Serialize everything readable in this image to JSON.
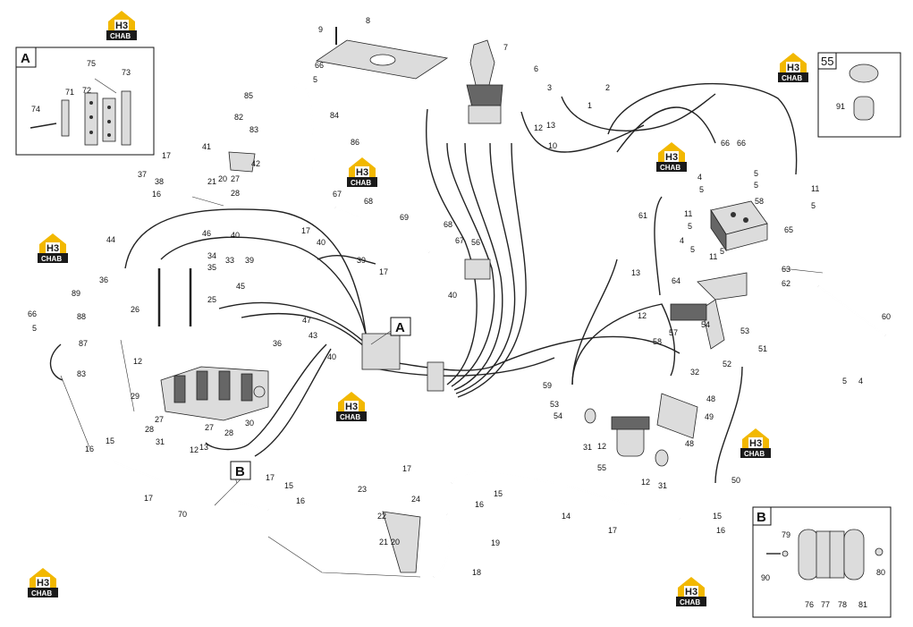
{
  "insets": {
    "a": "A",
    "b": "B",
    "n55": "55"
  },
  "callouts": {
    "a": "A",
    "b": "B"
  },
  "logo": {
    "top": "H3",
    "bottom": "CHAB"
  },
  "labels": [
    {
      "t": "9"
    },
    {
      "t": "8"
    },
    {
      "t": "7"
    },
    {
      "t": "6"
    },
    {
      "t": "66"
    },
    {
      "t": "5"
    },
    {
      "t": "85"
    },
    {
      "t": "82"
    },
    {
      "t": "83"
    },
    {
      "t": "84"
    },
    {
      "t": "86"
    },
    {
      "t": "41"
    },
    {
      "t": "42"
    },
    {
      "t": "17"
    },
    {
      "t": "37"
    },
    {
      "t": "38"
    },
    {
      "t": "16"
    },
    {
      "t": "21"
    },
    {
      "t": "20"
    },
    {
      "t": "27"
    },
    {
      "t": "28"
    },
    {
      "t": "3"
    },
    {
      "t": "2"
    },
    {
      "t": "1"
    },
    {
      "t": "12"
    },
    {
      "t": "13"
    },
    {
      "t": "10"
    },
    {
      "t": "66"
    },
    {
      "t": "66"
    },
    {
      "t": "4"
    },
    {
      "t": "5"
    },
    {
      "t": "5"
    },
    {
      "t": "5"
    },
    {
      "t": "11"
    },
    {
      "t": "11"
    },
    {
      "t": "5"
    },
    {
      "t": "58"
    },
    {
      "t": "61"
    },
    {
      "t": "5"
    },
    {
      "t": "65"
    },
    {
      "t": "4"
    },
    {
      "t": "5"
    },
    {
      "t": "11"
    },
    {
      "t": "5"
    },
    {
      "t": "67"
    },
    {
      "t": "68"
    },
    {
      "t": "69"
    },
    {
      "t": "17"
    },
    {
      "t": "40"
    },
    {
      "t": "39"
    },
    {
      "t": "68"
    },
    {
      "t": "67"
    },
    {
      "t": "56"
    },
    {
      "t": "17"
    },
    {
      "t": "40"
    },
    {
      "t": "44"
    },
    {
      "t": "46"
    },
    {
      "t": "40"
    },
    {
      "t": "34"
    },
    {
      "t": "35"
    },
    {
      "t": "33"
    },
    {
      "t": "39"
    },
    {
      "t": "36"
    },
    {
      "t": "26"
    },
    {
      "t": "25"
    },
    {
      "t": "45"
    },
    {
      "t": "47"
    },
    {
      "t": "43"
    },
    {
      "t": "40"
    },
    {
      "t": "89"
    },
    {
      "t": "88"
    },
    {
      "t": "66"
    },
    {
      "t": "5"
    },
    {
      "t": "87"
    },
    {
      "t": "83"
    },
    {
      "t": "12"
    },
    {
      "t": "36"
    },
    {
      "t": "29"
    },
    {
      "t": "27"
    },
    {
      "t": "28"
    },
    {
      "t": "27"
    },
    {
      "t": "28"
    },
    {
      "t": "31"
    },
    {
      "t": "12"
    },
    {
      "t": "13"
    },
    {
      "t": "30"
    },
    {
      "t": "16"
    },
    {
      "t": "15"
    },
    {
      "t": "17"
    },
    {
      "t": "70"
    },
    {
      "t": "17"
    },
    {
      "t": "15"
    },
    {
      "t": "16"
    },
    {
      "t": "17"
    },
    {
      "t": "23"
    },
    {
      "t": "24"
    },
    {
      "t": "15"
    },
    {
      "t": "16"
    },
    {
      "t": "22"
    },
    {
      "t": "21"
    },
    {
      "t": "20"
    },
    {
      "t": "19"
    },
    {
      "t": "18"
    },
    {
      "t": "14"
    },
    {
      "t": "17"
    },
    {
      "t": "15"
    },
    {
      "t": "16"
    },
    {
      "t": "13"
    },
    {
      "t": "12"
    },
    {
      "t": "64"
    },
    {
      "t": "63"
    },
    {
      "t": "62"
    },
    {
      "t": "58"
    },
    {
      "t": "57"
    },
    {
      "t": "54"
    },
    {
      "t": "53"
    },
    {
      "t": "52"
    },
    {
      "t": "51"
    },
    {
      "t": "32"
    },
    {
      "t": "59"
    },
    {
      "t": "53"
    },
    {
      "t": "54"
    },
    {
      "t": "31"
    },
    {
      "t": "12"
    },
    {
      "t": "55"
    },
    {
      "t": "12"
    },
    {
      "t": "31"
    },
    {
      "t": "48"
    },
    {
      "t": "49"
    },
    {
      "t": "48"
    },
    {
      "t": "50"
    },
    {
      "t": "60"
    },
    {
      "t": "5"
    },
    {
      "t": "4"
    },
    {
      "t": "74"
    },
    {
      "t": "75"
    },
    {
      "t": "71"
    },
    {
      "t": "72"
    },
    {
      "t": "73"
    },
    {
      "t": "91"
    },
    {
      "t": "79"
    },
    {
      "t": "90"
    },
    {
      "t": "76"
    },
    {
      "t": "77"
    },
    {
      "t": "78"
    },
    {
      "t": "81"
    },
    {
      "t": "80"
    }
  ]
}
